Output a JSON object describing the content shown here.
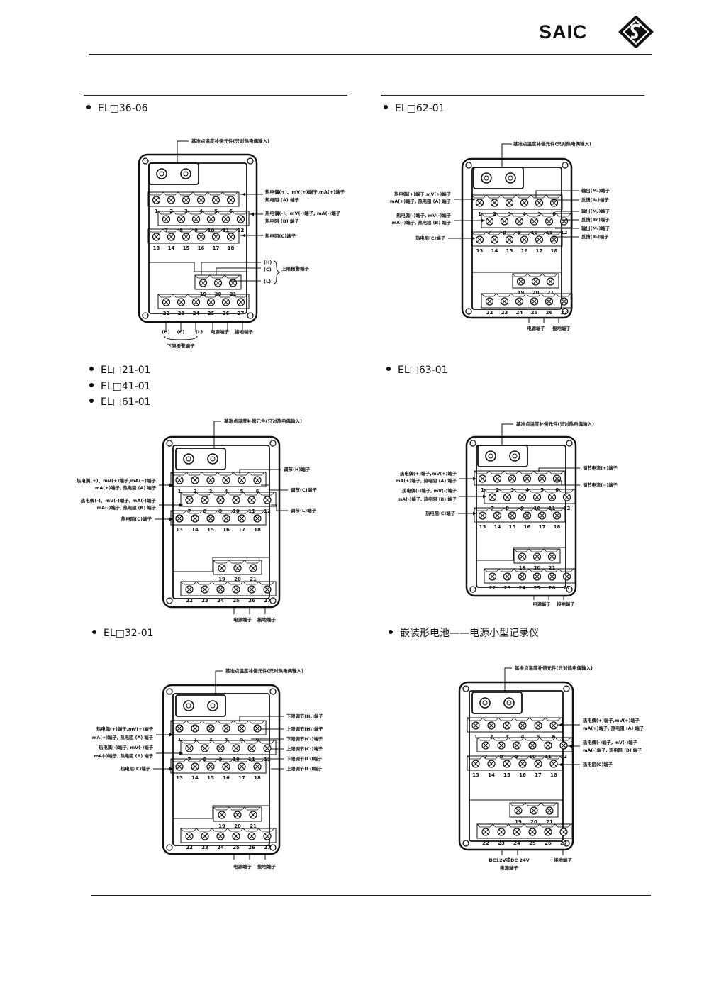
{
  "header": {
    "brand": "SAIC",
    "logo_icon": "saic-s-logo-icon"
  },
  "sections": [
    {
      "title": "EL□36-06"
    },
    {
      "title": "EL□62-01"
    },
    {
      "titles": [
        "EL□21-01",
        "EL□41-01",
        "EL□61-01"
      ]
    },
    {
      "title": "EL□63-01"
    },
    {
      "title": "EL□32-01"
    },
    {
      "title": "嵌装形电池——电源小型记录仪"
    }
  ],
  "labels": {
    "ref_comp": "基准点温度补偿元件(只对热电偶输入)",
    "tc_pos_mv_ma": "热电偶(+)、mV(+)端子,mA(+)端子",
    "rtd_a": "热电阻 (A) 端子",
    "tc_neg_mv_ma": "热电偶(-)、mV(-)端子, mA(-)端子",
    "rtd_b": "热电阻 (B) 端子",
    "rtd_c": "热电阻(C)端子",
    "h_mark": "(H)",
    "c_mark": "(C)",
    "l_mark": "(L)",
    "upper_alarm": "上限报警端子",
    "lower_alarm": "下限报警端子",
    "power_terminal": "电源端子",
    "ground_terminal": "接地端子",
    "tc_pos_mv_pos": "热电偶(+)端子,mV(+)端子",
    "ma_pos_rtd_a": "mA(+)端子, 热电阻 (A) 端子",
    "tc_neg_mv_neg": "热电偶(-)端子, mV(-)端子",
    "ma_neg_rtd_b": "mA(-)端子, 热电阻 (B) 端子",
    "output_m1": "输出(M₁)端子",
    "feedback_r1": "反馈(R₁)端子",
    "output_m2": "输出(M₂)端子",
    "feedback_rc": "反馈(Rc)端子",
    "output_m3": "输出(M₃)端子",
    "feedback_r2": "反馈(R₂)端子",
    "reg_h": "调节(H)端子",
    "reg_c": "调节(C)端子",
    "reg_l": "调节(L)端子",
    "reg_current_pos": "调节电流(+)端子",
    "reg_current_neg": "调节电流(−)端子",
    "low_reg_h": "下限调节(H₁)端子",
    "up_reg_h": "上限调节(H₂)端子",
    "low_reg_c": "下限调节(C₁)端子",
    "up_reg_c": "上限调节(C₂)端子",
    "low_reg_l": "下限调节(L₁)端子",
    "up_reg_l": "上限调节(L₂)端子",
    "dc_power": "DC12V或DC 24V"
  },
  "terminals": {
    "row1": [
      "1",
      "2",
      "3",
      "4",
      "5",
      "6"
    ],
    "row2": [
      "7",
      "8",
      "9",
      "10",
      "11",
      "12"
    ],
    "row3": [
      "13",
      "14",
      "15",
      "16",
      "17",
      "18"
    ],
    "row4": [
      "19",
      "20",
      "21"
    ],
    "row5": [
      "22",
      "23",
      "24",
      "25",
      "26",
      "27"
    ]
  }
}
